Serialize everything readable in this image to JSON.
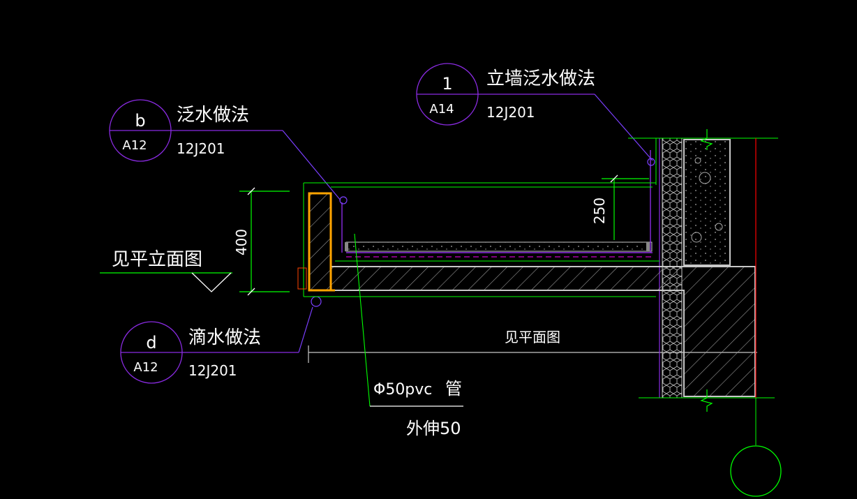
{
  "callouts": [
    {
      "id": "b",
      "number": "b",
      "sheet": "A12",
      "title": "泛水做法",
      "standard": "12J201"
    },
    {
      "id": "1",
      "number": "1",
      "sheet": "A14",
      "title": "立墙泛水做法",
      "standard": "12J201"
    },
    {
      "id": "d",
      "number": "d",
      "sheet": "A12",
      "title": "滴水做法",
      "standard": "12J201"
    }
  ],
  "labels": {
    "elevation_ref": "见平立面图",
    "plan_ref": "见平面图",
    "pipe": "Φ50pvc",
    "pipe_word": "管",
    "pipe_extend": "外伸50"
  },
  "dimensions": {
    "height_400": "400",
    "height_250": "250"
  },
  "colors": {
    "background": "#000000",
    "callout_circle": "#8a2be2",
    "leader": "#7b3fff",
    "dimension": "#00ff00",
    "parapet": "#ffa500",
    "concrete_outline": "#c8c8c8",
    "axis": "#ff0000"
  }
}
